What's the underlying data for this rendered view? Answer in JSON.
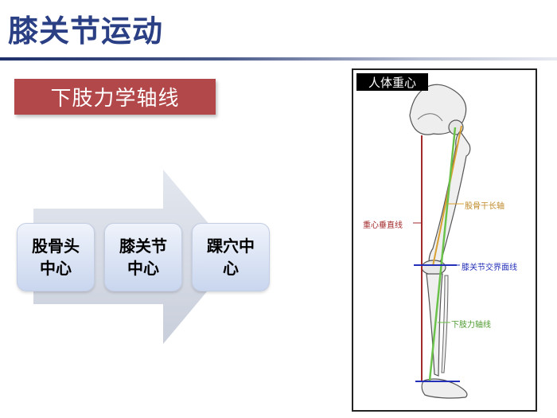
{
  "page_title": "膝关节运动",
  "banner": "下肢力学轴线",
  "flow_steps": [
    {
      "line1": "股骨头",
      "line2": "中心"
    },
    {
      "line1": "膝关节",
      "line2": "中心"
    },
    {
      "line1": "踝穴中",
      "line2": "心"
    }
  ],
  "figure": {
    "label": "人体重心",
    "annotations": {
      "femur_axis": "股骨干长轴",
      "gravity_line": "重心垂直线",
      "knee_line": "膝关节交界面线",
      "limb_axis": "下肢力轴线"
    },
    "colors": {
      "gravity_line": "#a32a2a",
      "femur_axis": "#d8a030",
      "limb_axis": "#6ac24a",
      "joint_lines": "#2430b8"
    }
  }
}
